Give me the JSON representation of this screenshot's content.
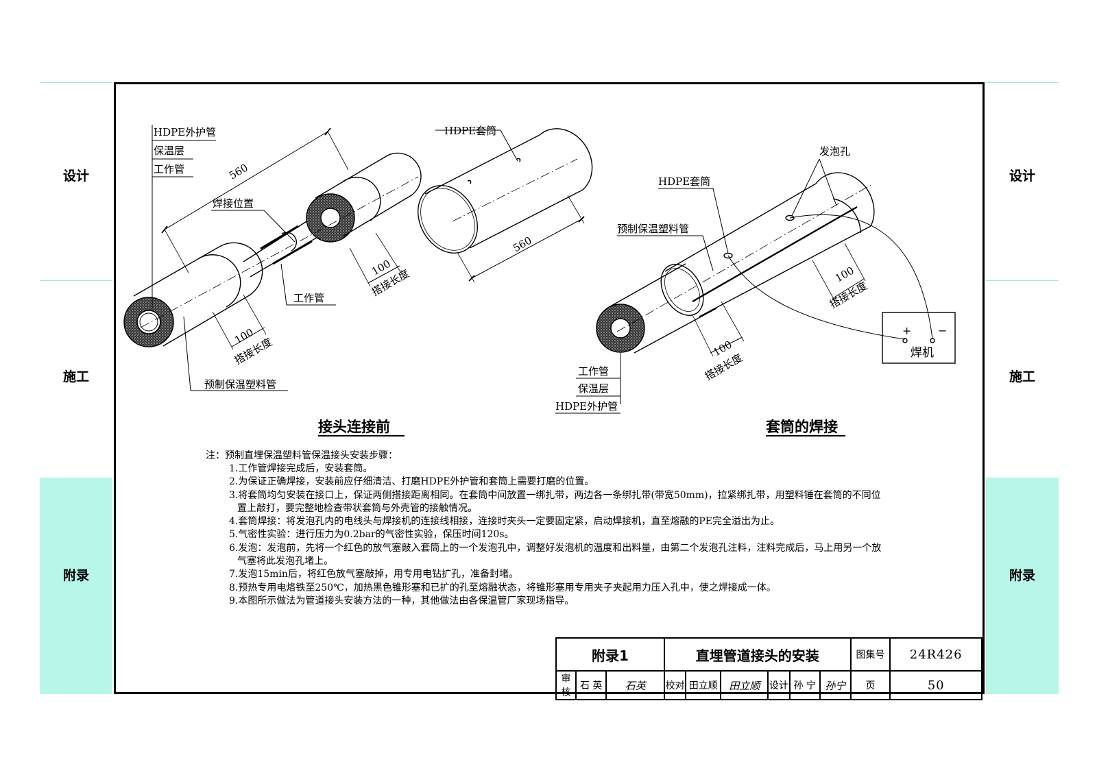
{
  "side_tabs": [
    "设计",
    "施工",
    "附录"
  ],
  "left_diagram": {
    "caption": "接头连接前",
    "labels": {
      "outer_pipe": "HDPE外护管",
      "insulation": "保温层",
      "work_pipe_top": "工作管",
      "weld_position": "焊接位置",
      "work_pipe": "工作管",
      "prefab_pipe": "预制保温塑料管",
      "overlap_1": "搭接长度",
      "overlap_2": "搭接长度"
    },
    "dims": {
      "length": "560",
      "overlap_1": "100",
      "overlap_2": "100"
    }
  },
  "middle_diagram": {
    "labels": {
      "sleeve": "HDPE套筒"
    },
    "dims": {
      "length": "560"
    }
  },
  "right_diagram": {
    "caption": "套筒的焊接",
    "labels": {
      "foam_hole": "发泡孔",
      "sleeve": "HDPE套筒",
      "prefab_pipe": "预制保温塑料管",
      "overlap_top": "搭接长度",
      "overlap_bottom": "搭接长度",
      "work_pipe": "工作管",
      "insulation": "保温层",
      "outer_pipe": "HDPE外护管",
      "welder": "焊机",
      "plus": "+",
      "minus": "−"
    },
    "dims": {
      "overlap_top": "100",
      "overlap_bottom": "100"
    }
  },
  "notes": {
    "title": "注：预制直埋保温塑料管保温接头安装步骤：",
    "items": [
      "1.工作管焊接完成后，安装套筒。",
      "2.为保证正确焊接，安装前应仔细清洁、打磨HDPE外护管和套筒上需要打磨的位置。",
      "3.将套筒均匀安装在接口上，保证两侧搭接距离相同。在套筒中间放置一绑扎带，两边各一条绑扎带(带宽50mm)，拉紧绑扎带，用塑料锤在套筒的不同位置上敲打，要完整地检查带状套筒与外壳管的接触情况。",
      "4.套筒焊接：将发泡孔内的电线头与焊接机的连接线相接，连接时夹头一定要固定紧，启动焊接机，直至熔融的PE完全溢出为止。",
      "5.气密性实验：进行压力为0.2bar的气密性实验，保压时间120s。",
      "6.发泡：发泡前，先将一个红色的放气塞敲入套筒上的一个发泡孔中，调整好发泡机的温度和出料量，由第二个发泡孔注料，注料完成后，马上用另一个放气塞将此发泡孔堵上。",
      "7.发泡15min后，将红色放气塞敲掉，用专用电钻扩孔，准备封堵。",
      "8.预热专用电烙铁至250℃，加热黑色锥形塞和已扩的孔至熔融状态，将锥形塞用专用夹子夹起用力压入孔中，使之焊接成一体。",
      "9.本图所示做法为管道接头安装方法的一种，其他做法由各保温管厂家现场指导。"
    ]
  },
  "title_block": {
    "section": "附录1",
    "drawing_title": "直埋管道接头的安装",
    "atlas_label": "图集号",
    "atlas_no": "24R426",
    "review_label": "审核",
    "reviewer": "石 英",
    "reviewer_sig": "石英",
    "check_label": "校对",
    "checker": "田立顺",
    "checker_sig": "田立顺",
    "design_label": "设计",
    "designer": "孙 宁",
    "designer_sig": "孙宁",
    "page_label": "页",
    "page_no": "50"
  }
}
